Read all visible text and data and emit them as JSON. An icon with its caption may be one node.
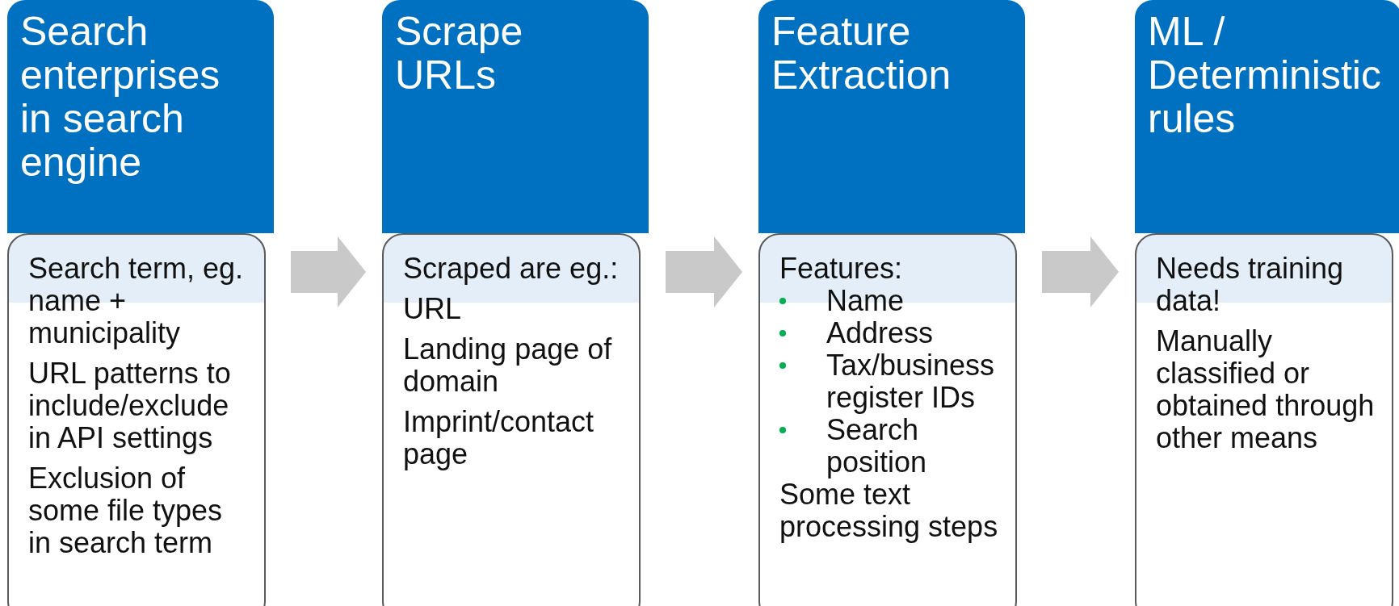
{
  "diagram": {
    "nodes": [
      {
        "text": [
          "Search enterprises in search engine"
        ]
      },
      {
        "text": [
          "Search term, eg. name + municipality",
          "URL patterns to include/exclude in API settings",
          "Exclusion of some file types in search term"
        ]
      },
      {
        "text": [
          "Scrape URLs"
        ]
      },
      {
        "text": [
          "Scraped are eg.:",
          "URL",
          "Landing page of domain",
          "Imprint/contact page"
        ]
      },
      {
        "text": [
          "Feature Extraction"
        ]
      },
      {
        "text": [
          "Features:",
          "Name",
          "Address",
          "Tax/business register IDs",
          "Search position",
          "Some text processing steps"
        ]
      },
      {
        "text": [
          "ML / Deterministic rules"
        ]
      },
      {
        "text": [
          "Needs training data!",
          "Manually classified or obtained through other means"
        ]
      }
    ],
    "edges": [
      {
        "from": 1,
        "to": 3,
        "arrow": "to"
      },
      {
        "from": 3,
        "to": 5,
        "arrow": "to"
      },
      {
        "from": 5,
        "to": 7,
        "arrow": "to"
      }
    ]
  }
}
